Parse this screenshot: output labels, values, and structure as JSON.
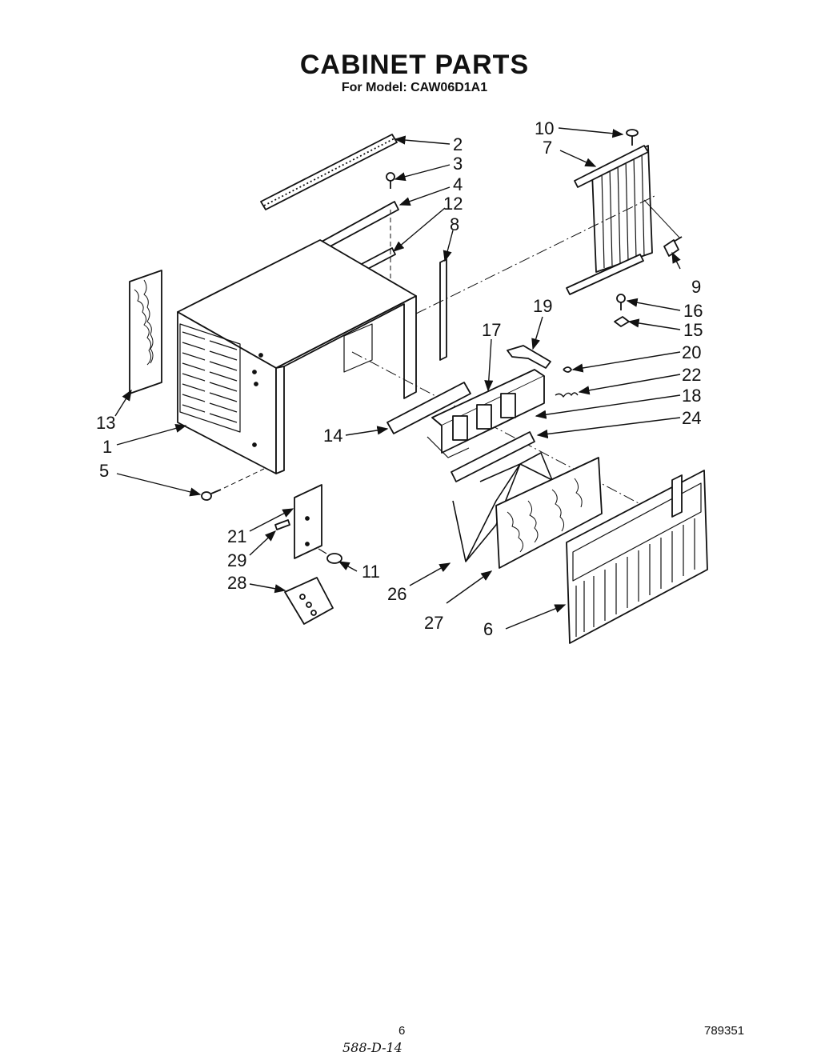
{
  "header": {
    "title": "CABINET PARTS",
    "subtitle": "For Model: CAW06D1A1"
  },
  "diagram": {
    "callouts": [
      "1",
      "2",
      "3",
      "4",
      "5",
      "6",
      "7",
      "8",
      "9",
      "10",
      "11",
      "12",
      "13",
      "14",
      "15",
      "16",
      "17",
      "18",
      "19",
      "20",
      "21",
      "22",
      "24",
      "26",
      "27",
      "28",
      "29"
    ]
  },
  "footer": {
    "page_number": "6",
    "doc_number": "789351",
    "handwritten_note": "588-D-14"
  }
}
